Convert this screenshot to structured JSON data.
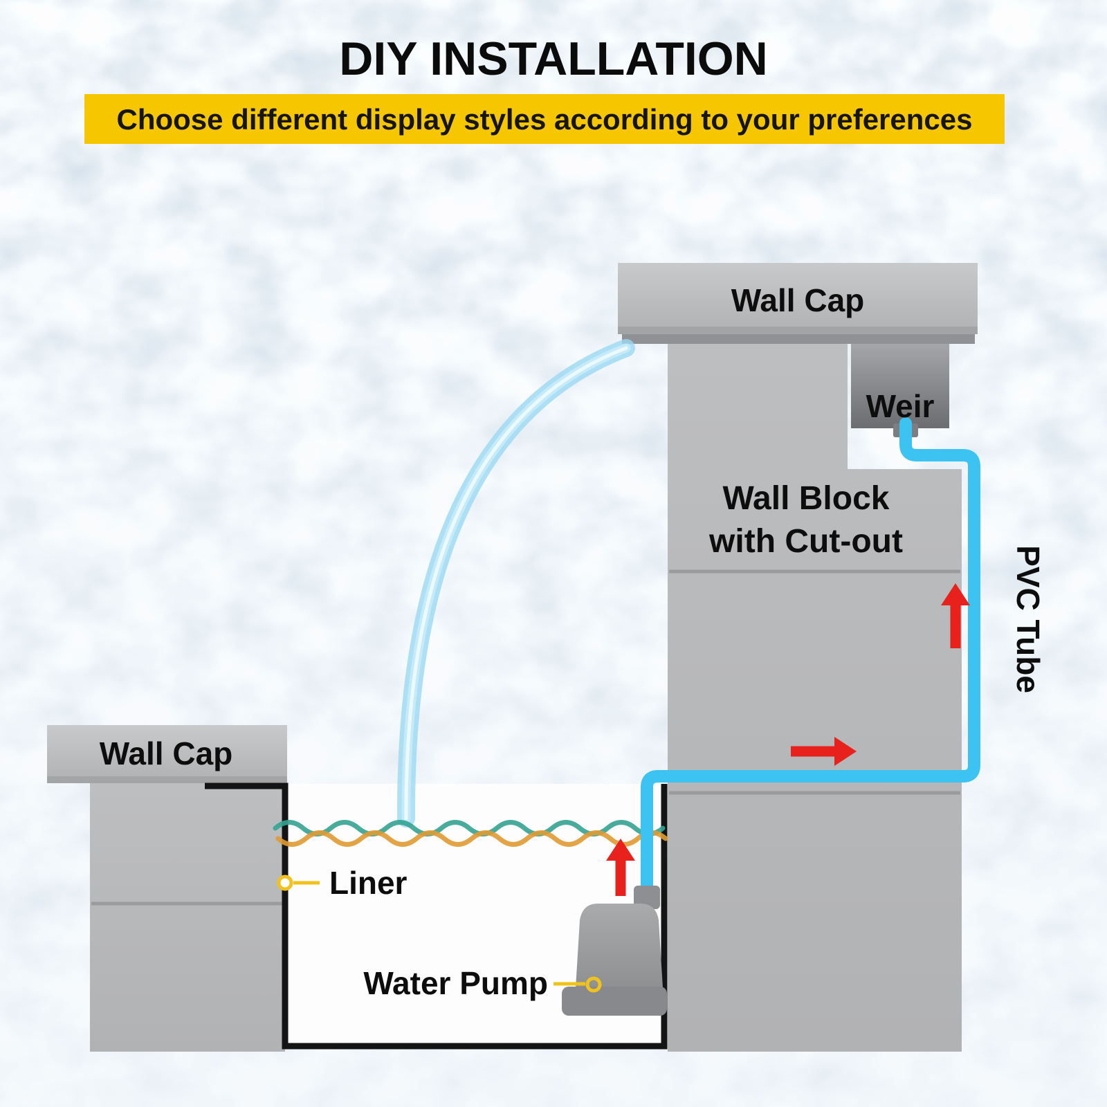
{
  "header": {
    "title": "DIY INSTALLATION",
    "subtitle": "Choose different display styles according to your preferences"
  },
  "labels": {
    "wall_cap_right": "Wall Cap",
    "weir": "Weir",
    "wall_block_line1": "Wall Block",
    "wall_block_line2": "with Cut-out",
    "pvc_tube": "PVC Tube",
    "wall_cap_left": "Wall Cap",
    "liner": "Liner",
    "water_pump": "Water Pump"
  },
  "colors": {
    "banner_yellow": "#f6c700",
    "title_text": "#0b0b0b",
    "tube_blue": "#3cc3f2",
    "water_arc": "#9bd8f2",
    "arrow_red": "#e8211d",
    "wall_gray": "#b9babc",
    "cap_gray": "#bfc0c2",
    "weir_gray": "#8d8f91",
    "wave_teal": "#33a391",
    "wave_orange": "#e09a32",
    "leader_yellow": "#f2c21c",
    "liner_black": "#141414",
    "pool_white": "#fdfdfd"
  }
}
